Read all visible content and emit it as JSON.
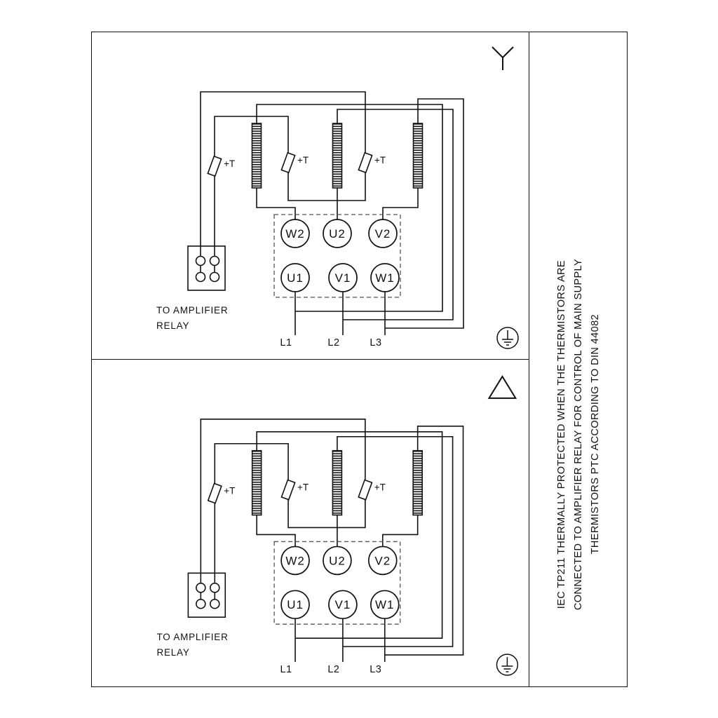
{
  "figure": {
    "background": "#ffffff",
    "line_color": "#111111"
  },
  "note": {
    "lines": [
      "IEC TP211 THERMALLY PROTECTED WHEN THE THERMISTORS ARE",
      "CONNECTED TO AMPLIFIER RELAY FOR CONTROL OF MAIN SUPPLY",
      "THERMISTORS PTC ACCORDING TO DIN 44082"
    ]
  },
  "diagrams": [
    {
      "id": "star",
      "connection_symbol": "star",
      "terminals_top": [
        "W2",
        "U2",
        "V2"
      ],
      "terminals_bottom": [
        "U1",
        "V1",
        "W1"
      ],
      "supply_lines": [
        "L1",
        "L2",
        "L3"
      ],
      "thermistor_labels": [
        "+T",
        "+T",
        "+T"
      ],
      "relay_label_line1": "TO AMPLIFIER",
      "relay_label_line2": "RELAY"
    },
    {
      "id": "delta",
      "connection_symbol": "delta",
      "terminals_top": [
        "W2",
        "U2",
        "V2"
      ],
      "terminals_bottom": [
        "U1",
        "V1",
        "W1"
      ],
      "supply_lines": [
        "L1",
        "L2",
        "L3"
      ],
      "thermistor_labels": [
        "+T",
        "+T",
        "+T"
      ],
      "relay_label_line1": "TO AMPLIFIER",
      "relay_label_line2": "RELAY"
    }
  ]
}
